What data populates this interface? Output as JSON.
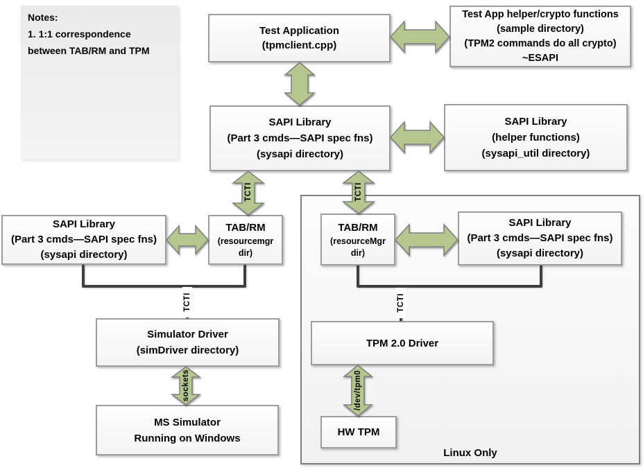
{
  "notes": {
    "lines": [
      "Notes:",
      "1.  1:1 correspondence",
      "between TAB/RM and TPM"
    ]
  },
  "nodes": {
    "test_application": {
      "lines": [
        "Test Application",
        "(tpmclient.cpp)"
      ]
    },
    "test_app_helper": {
      "lines": [
        "Test App helper/crypto functions",
        "(sample directory)",
        "(TPM2 commands do all crypto)",
        "~ESAPI"
      ]
    },
    "sapi_main": {
      "lines": [
        "SAPI Library",
        "(Part 3 cmds—SAPI spec fns)",
        "(sysapi directory)"
      ]
    },
    "sapi_helper": {
      "lines": [
        "SAPI Library",
        "(helper functions)",
        "(sysapi_util directory)"
      ]
    },
    "sapi_left": {
      "lines": [
        "SAPI Library",
        "(Part 3 cmds—SAPI spec fns)",
        "(sysapi directory)"
      ]
    },
    "tab_rm_left": {
      "lines": [
        "TAB/RM",
        "(resourcemgr",
        "dir)"
      ]
    },
    "tab_rm_linux": {
      "lines": [
        "TAB/RM",
        "(resourceMgr",
        "dir)"
      ]
    },
    "sapi_linux": {
      "lines": [
        "SAPI Library",
        "(Part 3 cmds—SAPI spec fns)",
        "(sysapi directory)"
      ]
    },
    "simulator_driver": {
      "lines": [
        "Simulator Driver",
        "(simDriver directory)"
      ]
    },
    "ms_simulator": {
      "lines": [
        "MS Simulator",
        "Running on Windows"
      ]
    },
    "tpm_driver": {
      "lines": [
        "TPM 2.0 Driver"
      ]
    },
    "hw_tpm": {
      "lines": [
        "HW TPM"
      ]
    }
  },
  "labels": {
    "tcti": "TCTI",
    "sockets": "sockets",
    "dev_tpm0": "/dev/tpm0",
    "linux_only": "Linux Only"
  },
  "colors": {
    "arrow_fill": "#b4c78e",
    "connector": "#3f3f3f"
  }
}
